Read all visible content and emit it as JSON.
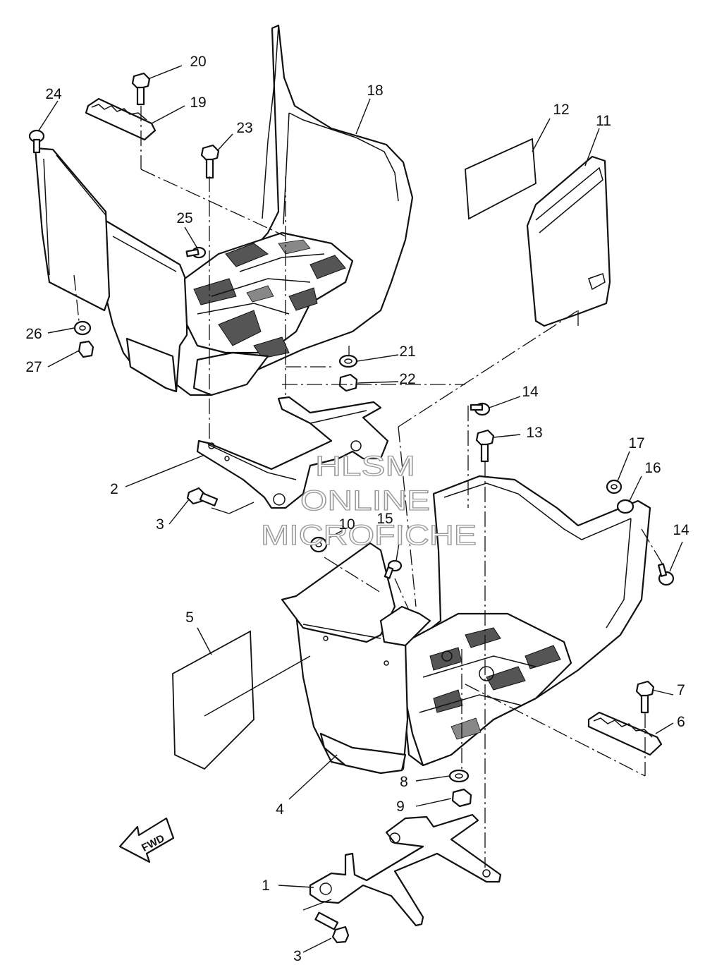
{
  "diagram": {
    "callouts": [
      {
        "id": "c1",
        "label": "1"
      },
      {
        "id": "c2",
        "label": "2"
      },
      {
        "id": "c3a",
        "label": "3"
      },
      {
        "id": "c3b",
        "label": "3"
      },
      {
        "id": "c4",
        "label": "4"
      },
      {
        "id": "c5",
        "label": "5"
      },
      {
        "id": "c6",
        "label": "6"
      },
      {
        "id": "c7",
        "label": "7"
      },
      {
        "id": "c8",
        "label": "8"
      },
      {
        "id": "c9",
        "label": "9"
      },
      {
        "id": "c10",
        "label": "10"
      },
      {
        "id": "c11",
        "label": "11"
      },
      {
        "id": "c12",
        "label": "12"
      },
      {
        "id": "c13",
        "label": "13"
      },
      {
        "id": "c14a",
        "label": "14"
      },
      {
        "id": "c14b",
        "label": "14"
      },
      {
        "id": "c15",
        "label": "15"
      },
      {
        "id": "c16",
        "label": "16"
      },
      {
        "id": "c17",
        "label": "17"
      },
      {
        "id": "c18",
        "label": "18"
      },
      {
        "id": "c19",
        "label": "19"
      },
      {
        "id": "c20",
        "label": "20"
      },
      {
        "id": "c21",
        "label": "21"
      },
      {
        "id": "c22",
        "label": "22"
      },
      {
        "id": "c23",
        "label": "23"
      },
      {
        "id": "c24",
        "label": "24"
      },
      {
        "id": "c25",
        "label": "25"
      },
      {
        "id": "c26",
        "label": "26"
      },
      {
        "id": "c27",
        "label": "27"
      }
    ],
    "direction_marker": "FWD",
    "watermark": [
      "HLSM",
      "ONLINE",
      "MICROFICHE"
    ]
  }
}
